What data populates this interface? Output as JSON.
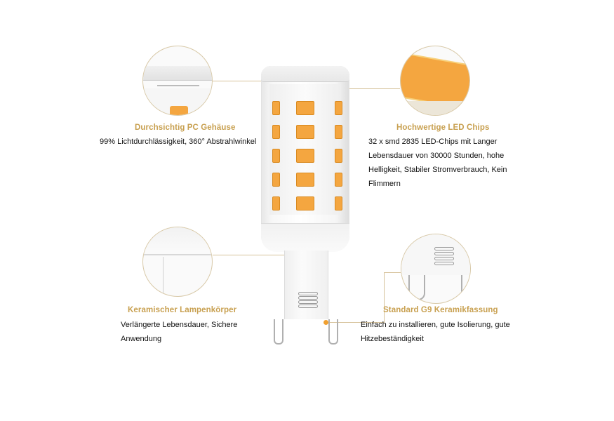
{
  "features": [
    {
      "id": "housing",
      "heading": "Durchsichtig PC Gehäuse",
      "description": [
        "99% Lichtdurchlässigkeit, 360° Abstrahlwinkel"
      ]
    },
    {
      "id": "led-chips",
      "heading": "Hochwertige LED Chips",
      "description": [
        "32 x smd 2835 LED-Chips mit Langer",
        "Lebensdauer von 30000 Stunden, hohe",
        "Helligkeit, Stabiler Stromverbrauch, Kein",
        "Flimmern"
      ]
    },
    {
      "id": "ceramic-body",
      "heading": "Keramischer Lampenkörper",
      "description": [
        "Verlängerte Lebensdauer, Sichere",
        "Anwendung"
      ]
    },
    {
      "id": "g9-socket",
      "heading": "Standard G9 Keramikfassung",
      "description": [
        "Einfach zu installieren, gute Isolierung, gute",
        "Hitzebeständigkeit"
      ]
    }
  ],
  "colors": {
    "heading": "#c8a050",
    "accent_dot": "#f0a030",
    "led": "#f4a640",
    "leader_line": "#d6c29a"
  }
}
